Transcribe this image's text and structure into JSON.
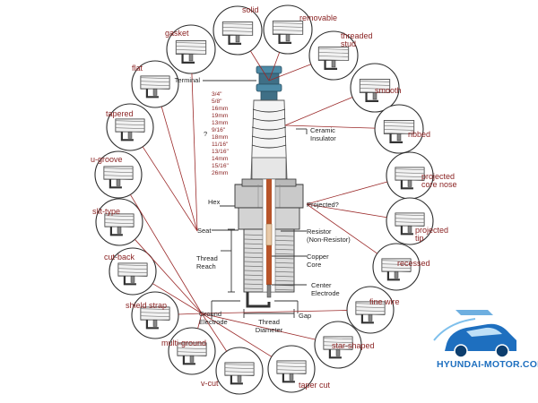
{
  "variants": [
    {
      "key": "solid",
      "label": "solid"
    },
    {
      "key": "removable",
      "label": "removable"
    },
    {
      "key": "threaded-stud",
      "label": "threaded\nstud"
    },
    {
      "key": "smooth",
      "label": "smooth"
    },
    {
      "key": "ribbed",
      "label": "ribbed"
    },
    {
      "key": "projected-core-nose",
      "label": "projected\ncore nose"
    },
    {
      "key": "projected-tip",
      "label": "projected\ntip"
    },
    {
      "key": "recessed",
      "label": "recessed"
    },
    {
      "key": "fine-wire",
      "label": "fine wire"
    },
    {
      "key": "star-shaped",
      "label": "star-shaped"
    },
    {
      "key": "taper-cut",
      "label": "taper cut"
    },
    {
      "key": "v-cut",
      "label": "v-cut"
    },
    {
      "key": "multi-ground",
      "label": "multi-ground"
    },
    {
      "key": "shield-strap",
      "label": "shield strap"
    },
    {
      "key": "cut-back",
      "label": "cut-back"
    },
    {
      "key": "slit-type",
      "label": "slit-type"
    },
    {
      "key": "u-groove",
      "label": "u-groove"
    },
    {
      "key": "tapered",
      "label": "tapered"
    },
    {
      "key": "flat",
      "label": "flat"
    },
    {
      "key": "gasket",
      "label": "gasket"
    }
  ],
  "parts": {
    "terminal": "Terminal",
    "ceramic_insulator": "Ceramic\nInsulator",
    "hex": "Hex",
    "seat": "Seat",
    "projected": "Projected?",
    "resistor": "Resistor\n(Non-Resistor)",
    "copper_core": "Copper\nCore",
    "thread_reach": "Thread\nReach",
    "center_electrode": "Center\nElectrode",
    "ground_electrode": "Ground\nElectrode",
    "thread_diameter": "Thread\nDiameter",
    "gap": "Gap"
  },
  "hex_sizes": [
    "3/4\"",
    "5/8\"",
    "16mm",
    "19mm",
    "13mm",
    "9/16\"",
    "18mm",
    "11/16\"",
    "13/16\"",
    "14mm",
    "15/16\"",
    "26mm"
  ],
  "hex_question": "?",
  "watermark": "HYUNDAI-MOTOR.COM.VN",
  "colors": {
    "label": "#8b2323",
    "terminal": "#3f6f86",
    "core": "#b8542a",
    "watermark": "#1e6fbf"
  }
}
